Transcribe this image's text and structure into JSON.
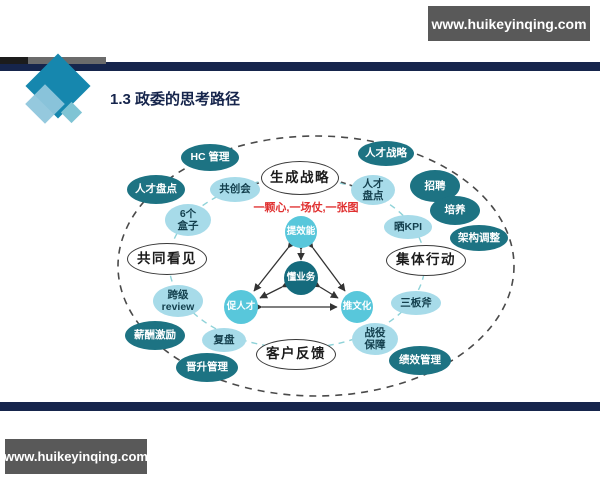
{
  "header": {
    "site_badge": "www.huikeyinqing.com",
    "title": "1.3 政委的思考路径"
  },
  "footer": {
    "site_badge": "www.huikeyinqing.com"
  },
  "colors": {
    "navy_bar": "#16254c",
    "teal_dark_node": "#1d7383",
    "teal_light_node": "#a7dbe9",
    "center_circle": "#58c7db",
    "center_circle_dark": "#156b7d",
    "badge_gray": "#595959",
    "annotation_red": "#e03030",
    "diamond_teal": "#1687ae"
  },
  "diagram": {
    "annotation": "一颗心,一场仗,一张图",
    "ring_nodes": [
      {
        "label": "HC 管理",
        "type": "dark"
      },
      {
        "label": "人才盘点",
        "type": "dark"
      },
      {
        "label": "共创会",
        "type": "light"
      },
      {
        "label": "6个\n盒子",
        "type": "light"
      },
      {
        "label": "共同看见",
        "type": "outline"
      },
      {
        "label": "跨级\nreview",
        "type": "light"
      },
      {
        "label": "薪酬激励",
        "type": "dark"
      },
      {
        "label": "复盘",
        "type": "light"
      },
      {
        "label": "晋升管理",
        "type": "dark"
      },
      {
        "label": "生成战略",
        "type": "outline"
      },
      {
        "label": "人才战略",
        "type": "dark"
      },
      {
        "label": "人才\n盘点",
        "type": "light"
      },
      {
        "label": "招聘",
        "type": "dark"
      },
      {
        "label": "培养",
        "type": "dark"
      },
      {
        "label": "晒KPI",
        "type": "light"
      },
      {
        "label": "架构调整",
        "type": "dark"
      },
      {
        "label": "集体行动",
        "type": "outline"
      },
      {
        "label": "三板斧",
        "type": "light"
      },
      {
        "label": "战役\n保障",
        "type": "light"
      },
      {
        "label": "绩效管理",
        "type": "dark"
      },
      {
        "label": "客户反馈",
        "type": "outline"
      }
    ],
    "center_nodes": [
      {
        "label": "提效能"
      },
      {
        "label": "懂业务"
      },
      {
        "label": "促人才"
      },
      {
        "label": "推文化"
      }
    ]
  }
}
